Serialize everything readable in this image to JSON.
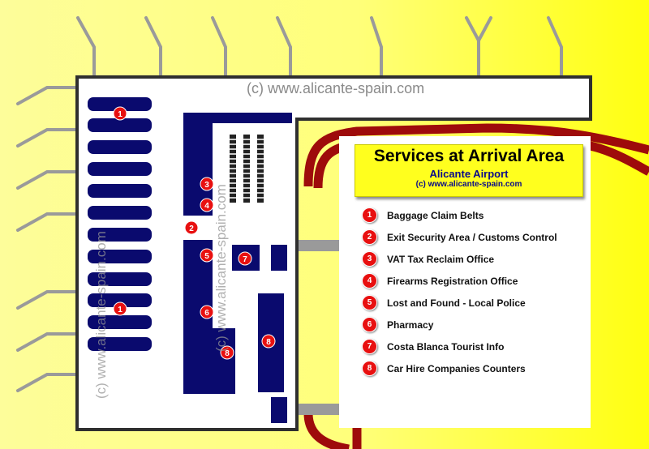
{
  "header": {
    "title": "Services at Arrival Area",
    "subtitle": "Alicante Airport",
    "credit": "(c) www.alicante-spain.com"
  },
  "watermarks": {
    "top": "(c) www.alicante-spain.com",
    "vertical": "(c) www.alicante-spain.com"
  },
  "legend": [
    {
      "num": "1",
      "label": "Baggage Claim Belts"
    },
    {
      "num": "2",
      "label": "Exit Security Area / Customs Control"
    },
    {
      "num": "3",
      "label": "VAT Tax Reclaim Office"
    },
    {
      "num": "4",
      "label": "Firearms Registration Office"
    },
    {
      "num": "5",
      "label": "Lost and Found - Local Police"
    },
    {
      "num": "6",
      "label": "Pharmacy"
    },
    {
      "num": "7",
      "label": "Costa Blanca Tourist Info"
    },
    {
      "num": "8",
      "label": "Car Hire Companies Counters"
    }
  ],
  "colors": {
    "building_fill": "#ffffff",
    "building_outline": "#2f2f2f",
    "facility_blue": "#0a0a6e",
    "road": "#9e0b0b",
    "jet_bridge": "#9a9a9a",
    "marker": "#e81010",
    "title_bg": "#ffff1e"
  }
}
